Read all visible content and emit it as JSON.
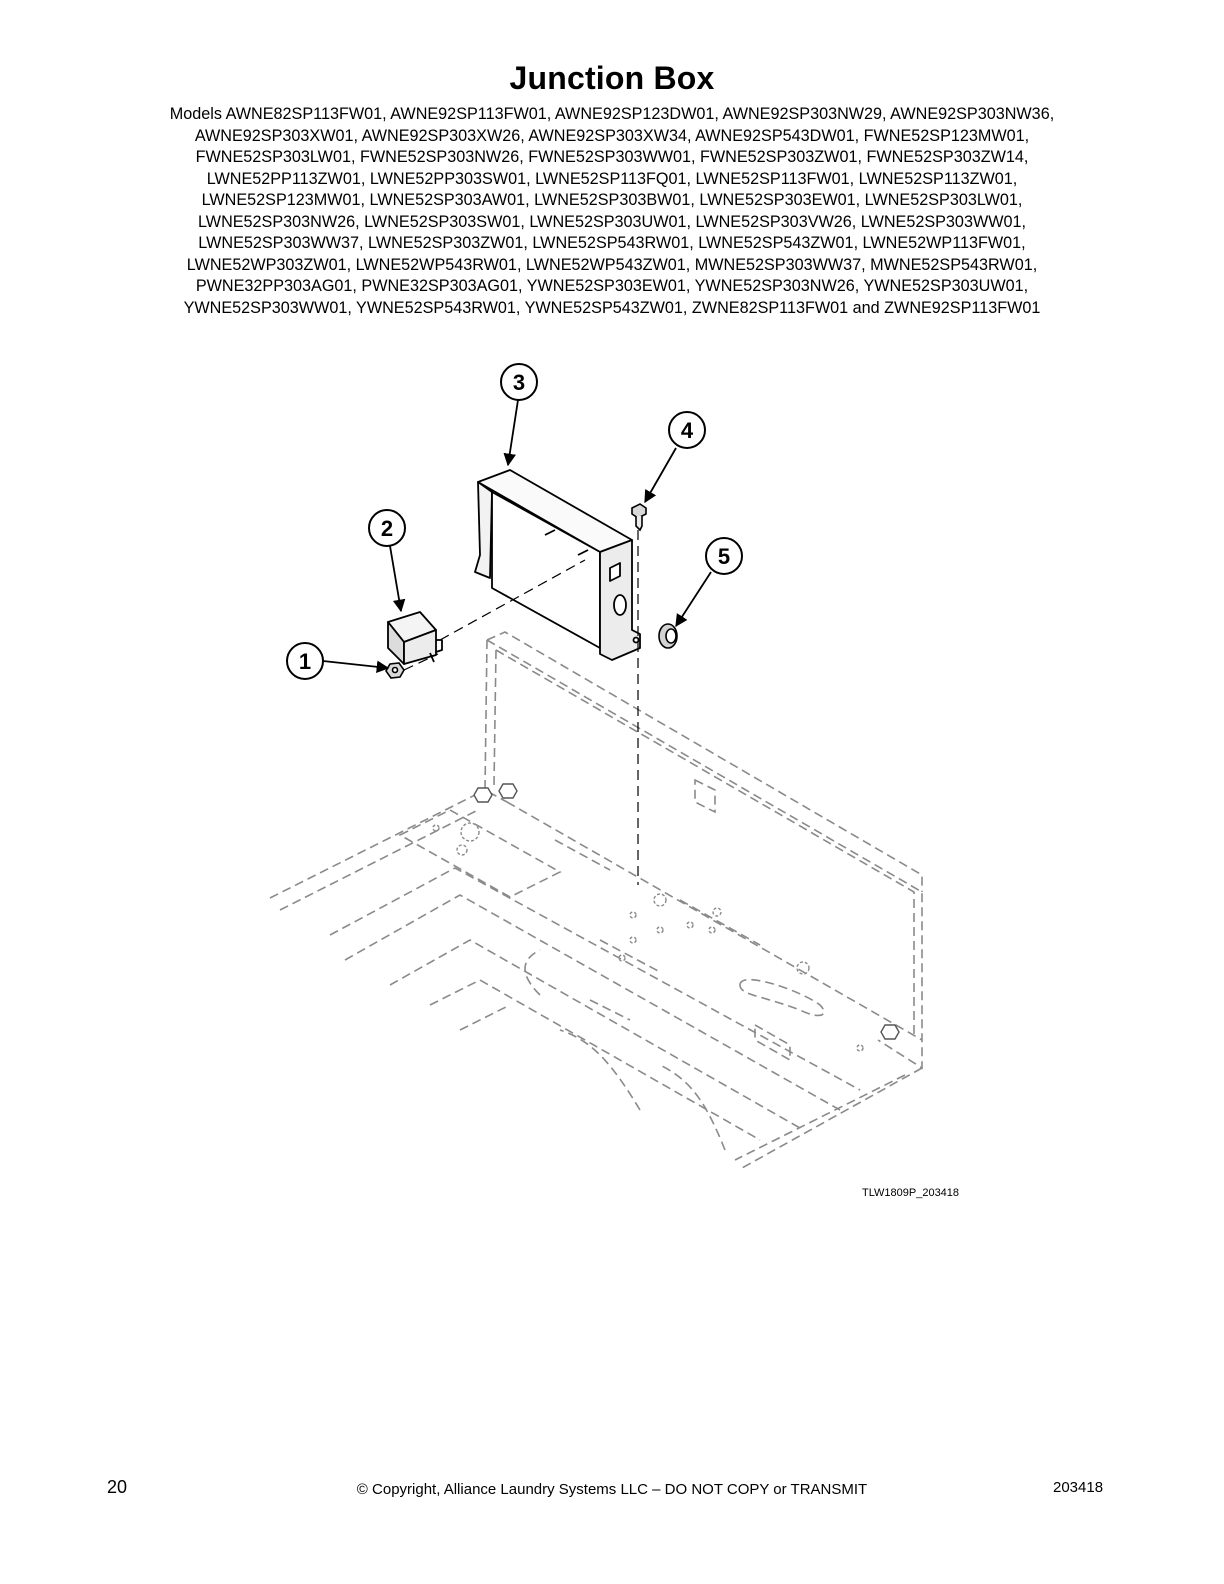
{
  "page": {
    "title": "Junction Box",
    "models_lines": [
      "Models AWNE82SP113FW01, AWNE92SP113FW01, AWNE92SP123DW01, AWNE92SP303NW29, AWNE92SP303NW36,",
      "AWNE92SP303XW01, AWNE92SP303XW26, AWNE92SP303XW34, AWNE92SP543DW01, FWNE52SP123MW01,",
      "FWNE52SP303LW01, FWNE52SP303NW26, FWNE52SP303WW01, FWNE52SP303ZW01, FWNE52SP303ZW14,",
      "LWNE52PP113ZW01, LWNE52PP303SW01, LWNE52SP113FQ01, LWNE52SP113FW01, LWNE52SP113ZW01,",
      "LWNE52SP123MW01, LWNE52SP303AW01, LWNE52SP303BW01, LWNE52SP303EW01, LWNE52SP303LW01,",
      "LWNE52SP303NW26, LWNE52SP303SW01, LWNE52SP303UW01, LWNE52SP303VW26, LWNE52SP303WW01,",
      "LWNE52SP303WW37, LWNE52SP303ZW01, LWNE52SP543RW01, LWNE52SP543ZW01, LWNE52WP113FW01,",
      "LWNE52WP303ZW01, LWNE52WP543RW01, LWNE52WP543ZW01, MWNE52SP303WW37, MWNE52SP543RW01,",
      "PWNE32PP303AG01, PWNE32SP303AG01, YWNE52SP303EW01, YWNE52SP303NW26, YWNE52SP303UW01,",
      "YWNE52SP303WW01, YWNE52SP543RW01, YWNE52SP543ZW01, ZWNE82SP113FW01 and ZWNE92SP113FW01"
    ]
  },
  "diagram": {
    "callouts": [
      "1",
      "2",
      "3",
      "4",
      "5"
    ],
    "figure_id": "TLW1809P_203418"
  },
  "footer": {
    "page_number": "20",
    "copyright": "© Copyright, Alliance Laundry Systems LLC – DO NOT COPY or TRANSMIT",
    "doc_number": "203418"
  },
  "colors": {
    "line": "#000000",
    "dashed": "#8a8a8a",
    "part_fill": "#e6e6e6"
  }
}
